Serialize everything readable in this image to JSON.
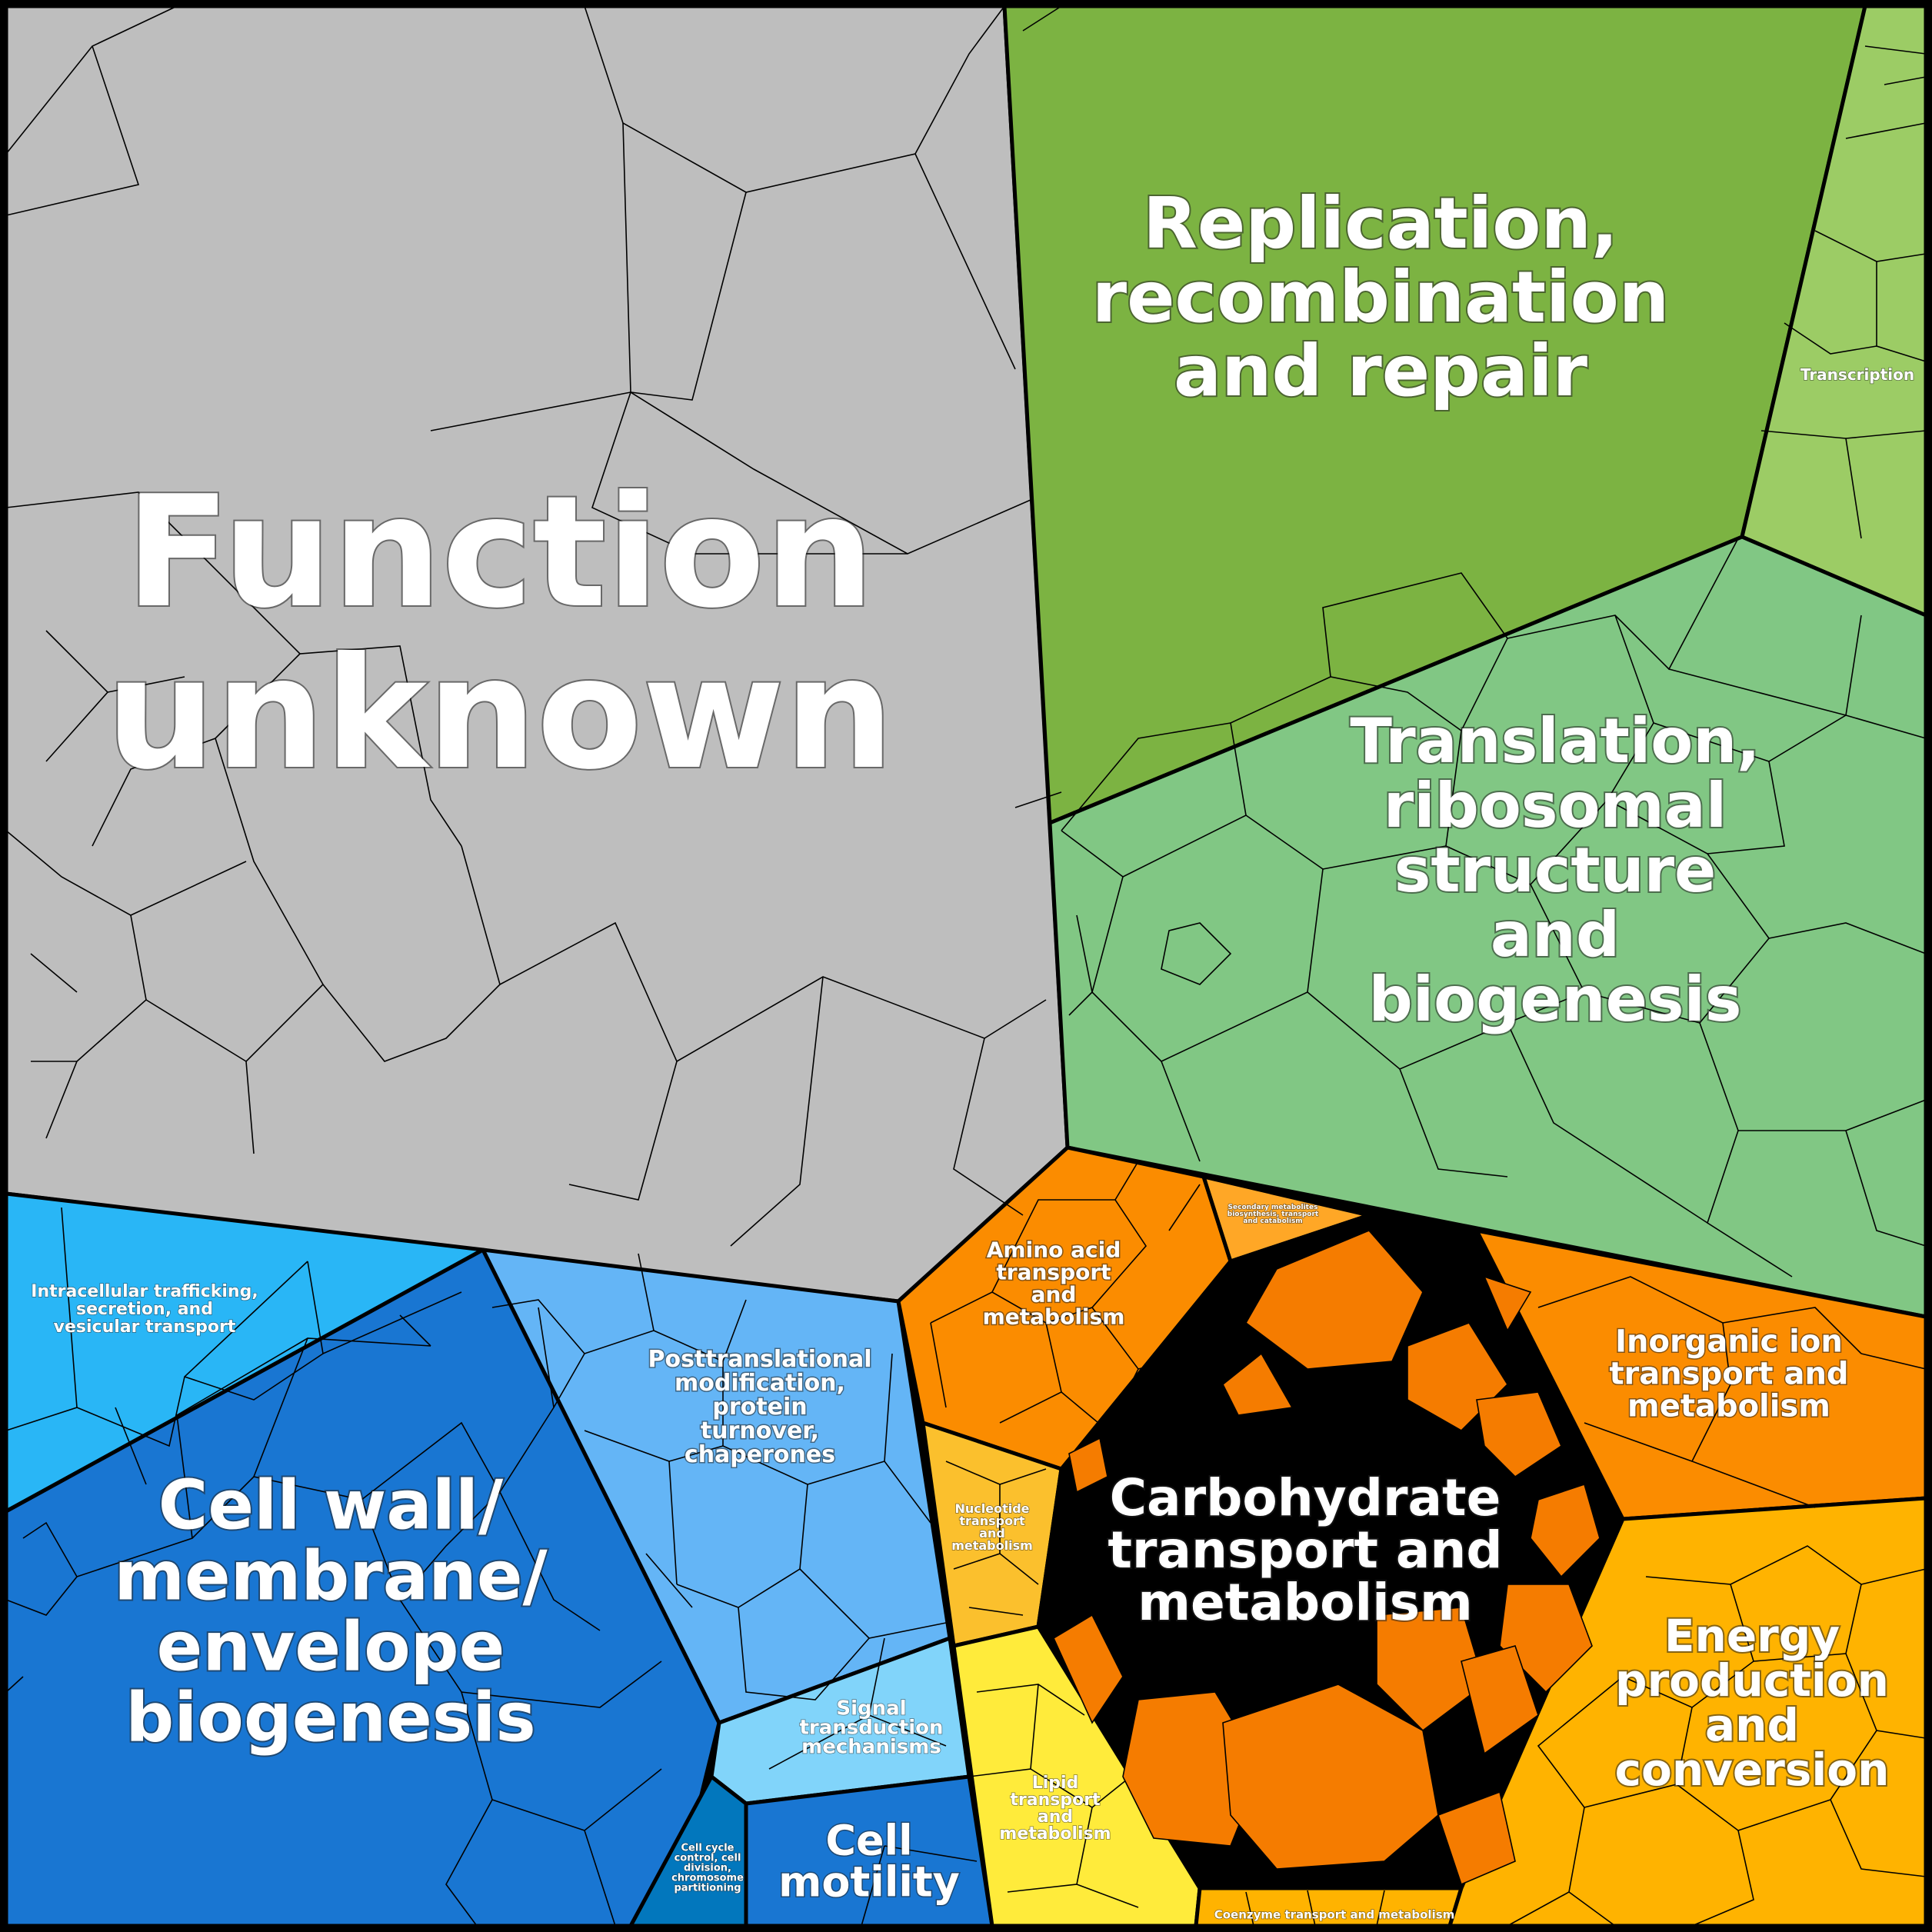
{
  "regions": {
    "function_unknown": {
      "lines": [
        "Function",
        "unknown"
      ],
      "color": "#BEBEBE"
    },
    "replication": {
      "lines": [
        "Replication,",
        "recombination",
        "and repair"
      ],
      "color": "#7CB342"
    },
    "transcription": {
      "lines": [
        "Transcription"
      ],
      "color": "#9CCC65"
    },
    "translation": {
      "lines": [
        "Translation,",
        "ribosomal",
        "structure",
        "and",
        "biogenesis"
      ],
      "color": "#81C784"
    },
    "intracellular": {
      "lines": [
        "Intracellular trafficking,",
        "secretion, and",
        "vesicular transport"
      ],
      "color": "#29B6F6"
    },
    "cell_wall": {
      "lines": [
        "Cell wall/",
        "membrane/",
        "envelope",
        "biogenesis"
      ],
      "color": "#1976D2"
    },
    "posttranslational": {
      "lines": [
        "Posttranslational",
        "modification,",
        "protein",
        "turnover,",
        "chaperones"
      ],
      "color": "#64B5F6"
    },
    "signal": {
      "lines": [
        "Signal",
        "transduction",
        "mechanisms"
      ],
      "color": "#81D4FA"
    },
    "cell_cycle": {
      "lines": [
        "Cell cycle",
        "control, cell",
        "division,",
        "chromosome",
        "partitioning"
      ],
      "color": "#0277BD"
    },
    "cell_motility": {
      "lines": [
        "Cell",
        "motility"
      ],
      "color": "#1976D2"
    },
    "amino_acid": {
      "lines": [
        "Amino acid",
        "transport",
        "and",
        "metabolism"
      ],
      "color": "#FB8C00"
    },
    "secondary": {
      "lines": [
        "Secondary metabolites",
        "biosynthesis, transport",
        "and catabolism"
      ],
      "color": "#FFA726"
    },
    "nucleotide": {
      "lines": [
        "Nucleotide",
        "transport",
        "and",
        "metabolism"
      ],
      "color": "#FBC02D"
    },
    "carbohydrate": {
      "lines": [
        "Carbohydrate",
        "transport and",
        "metabolism"
      ],
      "color": "#000000",
      "accent": "#F57C00"
    },
    "inorganic": {
      "lines": [
        "Inorganic ion",
        "transport and",
        "metabolism"
      ],
      "color": "#FB8C00"
    },
    "lipid": {
      "lines": [
        "Lipid",
        "transport",
        "and",
        "metabolism"
      ],
      "color": "#FFEB3B"
    },
    "coenzyme": {
      "lines": [
        "Coenzyme transport and metabolism"
      ],
      "color": "#FFB300"
    },
    "energy": {
      "lines": [
        "Energy",
        "production",
        "and",
        "conversion"
      ],
      "color": "#FFB300"
    }
  }
}
